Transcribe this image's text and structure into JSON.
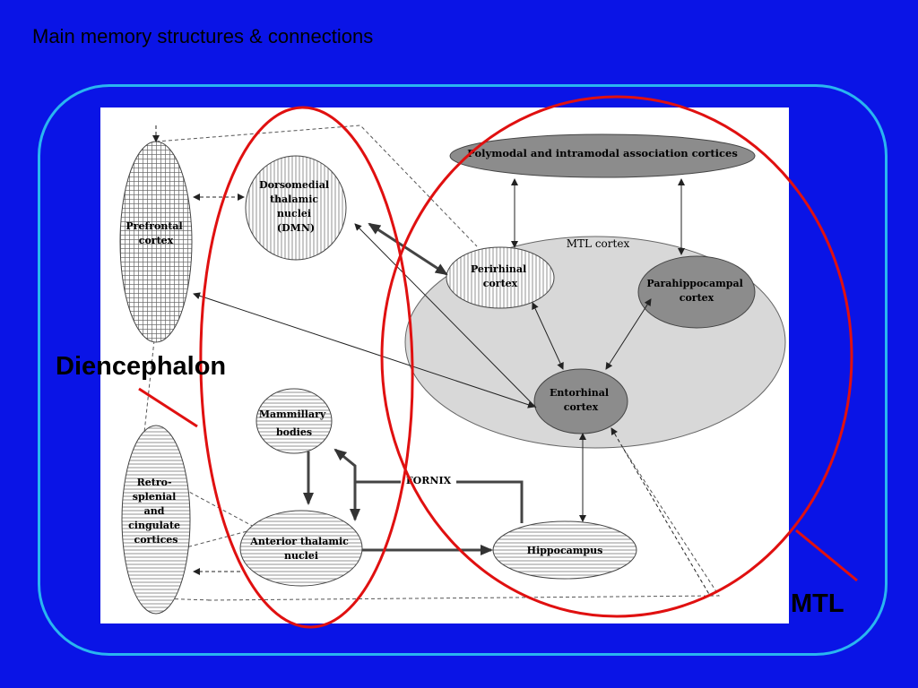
{
  "slide": {
    "title": "Main memory structures & connections"
  },
  "callouts": {
    "diencephalon": "Diencephalon",
    "mtl": "MTL"
  },
  "colors": {
    "background": "#0a14e6",
    "frame": "#29b6f0",
    "highlight": "#e01010",
    "figure_background": "#ffffff",
    "node_fill_light": "#ffffff",
    "node_fill_gray": "#8c8c8c",
    "mtl_region_fill": "#d8d8d8"
  },
  "diagram": {
    "regions": {
      "mtl_cortex": "MTL cortex"
    },
    "nodes": {
      "polymodal": "Polymodal and intramodal association cortices",
      "prefrontal": [
        "Prefrontal",
        "cortex"
      ],
      "dorsomedial": [
        "Dorsomedial",
        "thalamic",
        "nuclei",
        "(DMN)"
      ],
      "perirhinal": [
        "Perirhinal",
        "cortex"
      ],
      "parahippocampal": [
        "Parahippocampal",
        "cortex"
      ],
      "entorhinal": [
        "Entorhinal",
        "cortex"
      ],
      "mammillary": [
        "Mammillary",
        "bodies"
      ],
      "retrosplenial": [
        "Retro-",
        "splenial",
        "and",
        "cingulate",
        "cortices"
      ],
      "anterior_thalamic": [
        "Anterior thalamic",
        "nuclei"
      ],
      "hippocampus": "Hippocampus"
    },
    "pathway_labels": {
      "fornix": "FORNIX"
    }
  }
}
